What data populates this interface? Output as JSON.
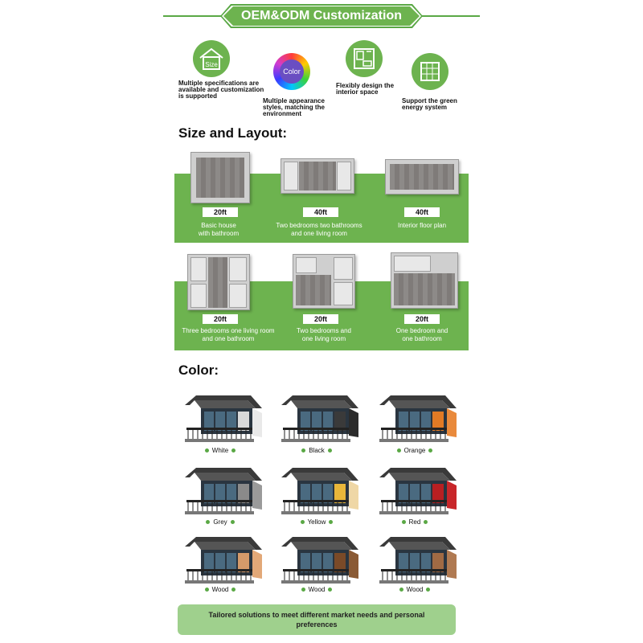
{
  "header": {
    "title": "OEM&ODM Customization"
  },
  "features": [
    {
      "icon": "house-size-icon",
      "icon_text": "Size",
      "text": "Multiple specifications are available and customization is supported"
    },
    {
      "icon": "color-wheel-icon",
      "icon_text": "Color",
      "text": "Multiple appearance styles, matching the environment"
    },
    {
      "icon": "interior-design-icon",
      "icon_text": "",
      "text": "Flexibly design the interior space"
    },
    {
      "icon": "solar-panel-icon",
      "icon_text": "",
      "text": "Support the green energy system"
    }
  ],
  "size_layout": {
    "heading": "Size and Layout:",
    "row1": [
      {
        "size": "20ft",
        "caption_line1": "Basic house",
        "caption_line2": "with bathroom"
      },
      {
        "size": "40ft",
        "caption_line1": "Two bedrooms two bathrooms",
        "caption_line2": "and one living room"
      },
      {
        "size": "40ft",
        "caption_line1": "Interior floor plan",
        "caption_line2": ""
      }
    ],
    "row2": [
      {
        "size": "20ft",
        "caption_line1": "Three bedrooms one living room",
        "caption_line2": "and one bathroom"
      },
      {
        "size": "20ft",
        "caption_line1": "Two bedrooms and",
        "caption_line2": "one living room"
      },
      {
        "size": "20ft",
        "caption_line1": "One bedroom and",
        "caption_line2": "one bathroom"
      }
    ]
  },
  "color": {
    "heading": "Color:",
    "options": [
      {
        "label": "White",
        "side_color": "#e9e9e9",
        "trim_color": "#d9d9d9"
      },
      {
        "label": "Black",
        "side_color": "#2b2b2b",
        "trim_color": "#3a3a3a"
      },
      {
        "label": "Orange",
        "side_color": "#e98a3c",
        "trim_color": "#e07a25"
      },
      {
        "label": "Grey",
        "side_color": "#9a9a9a",
        "trim_color": "#8a8a8a"
      },
      {
        "label": "Yellow",
        "side_color": "#efd7a6",
        "trim_color": "#e8b63a"
      },
      {
        "label": "Red",
        "side_color": "#c8262a",
        "trim_color": "#b81f22"
      },
      {
        "label": "Wood",
        "side_color": "#e2a878",
        "trim_color": "#d49a6a"
      },
      {
        "label": "Wood",
        "side_color": "#8a5a34",
        "trim_color": "#7a4a28"
      },
      {
        "label": "Wood",
        "side_color": "#b07a52",
        "trim_color": "#a06a44"
      }
    ]
  },
  "footer": {
    "text": "Tailored solutions to meet different market needs and personal preferences"
  },
  "colors": {
    "accent": "#6db34f",
    "accent_dark": "#5aa845",
    "footer_bg": "#9fd08d"
  }
}
